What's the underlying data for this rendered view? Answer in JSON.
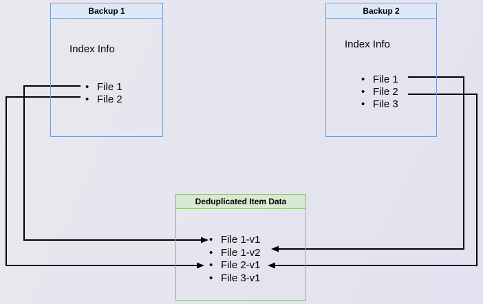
{
  "diagram": {
    "backup1": {
      "title": "Backup 1",
      "index_label": "Index Info",
      "files": [
        "File 1",
        "File 2"
      ]
    },
    "backup2": {
      "title": "Backup 2",
      "index_label": "Index Info",
      "files": [
        "File 1",
        "File 2",
        "File 3"
      ]
    },
    "dedup": {
      "title": "Deduplicated Item Data",
      "items": [
        "File 1-v1",
        "File 1-v2",
        "File 2-v1",
        "File 3-v1"
      ]
    },
    "connections": [
      {
        "from": "Backup 1 / File 1",
        "to": "File 1-v1",
        "side": "left"
      },
      {
        "from": "Backup 1 / File 2",
        "to": "File 2-v1",
        "side": "left"
      },
      {
        "from": "Backup 2 / File 1",
        "to": "File 1-v2",
        "side": "right"
      },
      {
        "from": "Backup 2 / File 2",
        "to": "File 2-v1",
        "side": "right"
      }
    ]
  },
  "colors": {
    "background": "#e6e6ef",
    "box_blue_border": "#7b9ac8",
    "box_blue_header": "#dbe9f9",
    "box_green_border": "#8bb878",
    "box_green_header": "#d9ead2",
    "arrow": "#000000",
    "text": "#000000"
  }
}
